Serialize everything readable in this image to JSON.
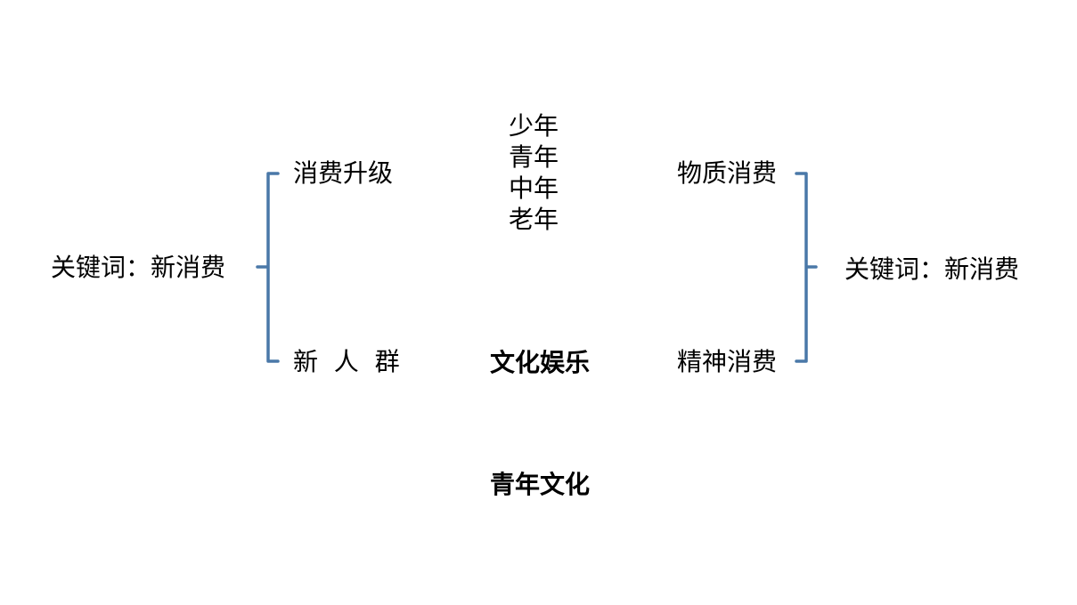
{
  "left": {
    "keyword": "关键词：新消费",
    "top_item": "消费升级",
    "bottom_item": "新  人  群"
  },
  "center": {
    "ages": [
      "少年",
      "青年",
      "中年",
      "老年"
    ],
    "middle": "文化娱乐",
    "bottom": "青年文化"
  },
  "right": {
    "keyword": "关键词：新消费",
    "top_item": "物质消费",
    "bottom_item": "精神消费"
  },
  "colors": {
    "bracket": "#4a78a8",
    "text": "#000000"
  }
}
